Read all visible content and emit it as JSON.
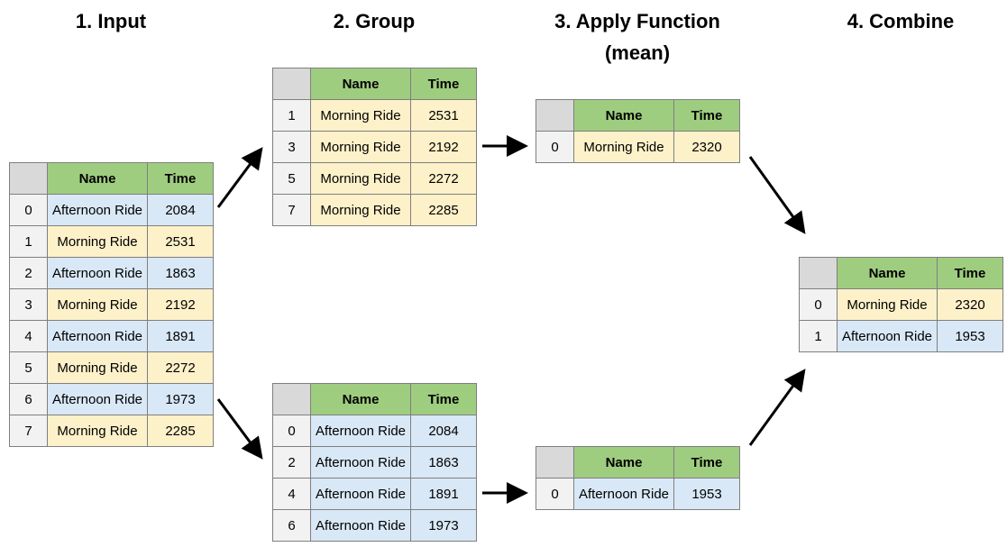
{
  "steps": [
    {
      "title": "1. Input"
    },
    {
      "title": "2. Group"
    },
    {
      "title": "3. Apply Function\n(mean)"
    },
    {
      "title": "4. Combine"
    }
  ],
  "columns": {
    "name": "Name",
    "time": "Time"
  },
  "colors": {
    "header_green": "#9fcd80",
    "index_gray": "#f2f2f2",
    "corner_gray": "#d9d9d9",
    "morning_yellow": "#fdf1c9",
    "afternoon_blue": "#d9e8f6",
    "border": "#7f7f7f"
  },
  "tables": {
    "input": [
      {
        "index": "0",
        "name": "Afternoon Ride",
        "time": "2084",
        "group": "afternoon"
      },
      {
        "index": "1",
        "name": "Morning Ride",
        "time": "2531",
        "group": "morning"
      },
      {
        "index": "2",
        "name": "Afternoon Ride",
        "time": "1863",
        "group": "afternoon"
      },
      {
        "index": "3",
        "name": "Morning Ride",
        "time": "2192",
        "group": "morning"
      },
      {
        "index": "4",
        "name": "Afternoon Ride",
        "time": "1891",
        "group": "afternoon"
      },
      {
        "index": "5",
        "name": "Morning Ride",
        "time": "2272",
        "group": "morning"
      },
      {
        "index": "6",
        "name": "Afternoon Ride",
        "time": "1973",
        "group": "afternoon"
      },
      {
        "index": "7",
        "name": "Morning Ride",
        "time": "2285",
        "group": "morning"
      }
    ],
    "group_morning": [
      {
        "index": "1",
        "name": "Morning Ride",
        "time": "2531",
        "group": "morning"
      },
      {
        "index": "3",
        "name": "Morning Ride",
        "time": "2192",
        "group": "morning"
      },
      {
        "index": "5",
        "name": "Morning Ride",
        "time": "2272",
        "group": "morning"
      },
      {
        "index": "7",
        "name": "Morning Ride",
        "time": "2285",
        "group": "morning"
      }
    ],
    "group_afternoon": [
      {
        "index": "0",
        "name": "Afternoon Ride",
        "time": "2084",
        "group": "afternoon"
      },
      {
        "index": "2",
        "name": "Afternoon Ride",
        "time": "1863",
        "group": "afternoon"
      },
      {
        "index": "4",
        "name": "Afternoon Ride",
        "time": "1891",
        "group": "afternoon"
      },
      {
        "index": "6",
        "name": "Afternoon Ride",
        "time": "1973",
        "group": "afternoon"
      }
    ],
    "apply_morning": [
      {
        "index": "0",
        "name": "Morning Ride",
        "time": "2320",
        "group": "morning"
      }
    ],
    "apply_afternoon": [
      {
        "index": "0",
        "name": "Afternoon Ride",
        "time": "1953",
        "group": "afternoon"
      }
    ],
    "combine": [
      {
        "index": "0",
        "name": "Morning Ride",
        "time": "2320",
        "group": "morning"
      },
      {
        "index": "1",
        "name": "Afternoon Ride",
        "time": "1953",
        "group": "afternoon"
      }
    ]
  }
}
